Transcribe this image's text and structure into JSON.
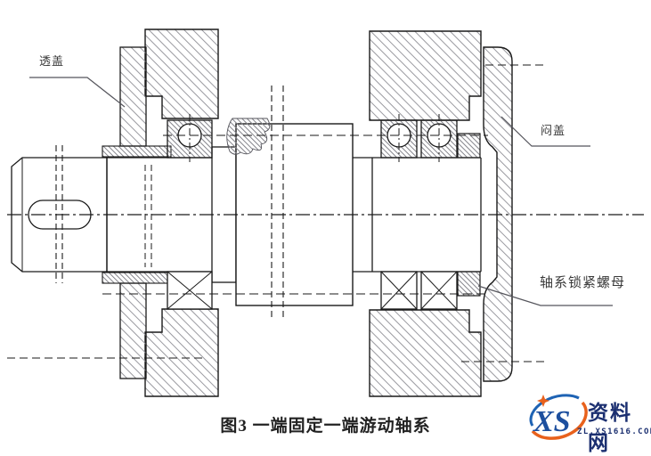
{
  "figure": {
    "caption": "图3 一端固定一端游动轴系"
  },
  "labels": {
    "through_cover": "透盖",
    "blind_cover": "闷盖",
    "locknut": "轴系锁紧螺母"
  },
  "logo": {
    "monogram": "XS",
    "site_name": "资料网",
    "site_url": "ZL.XS1616.COM"
  },
  "colors": {
    "navy": "#1b2f70",
    "blue": "#1e63b4",
    "orange": "#e8611c",
    "ink": "#1a1a1a",
    "label": "#3a3a3a"
  }
}
